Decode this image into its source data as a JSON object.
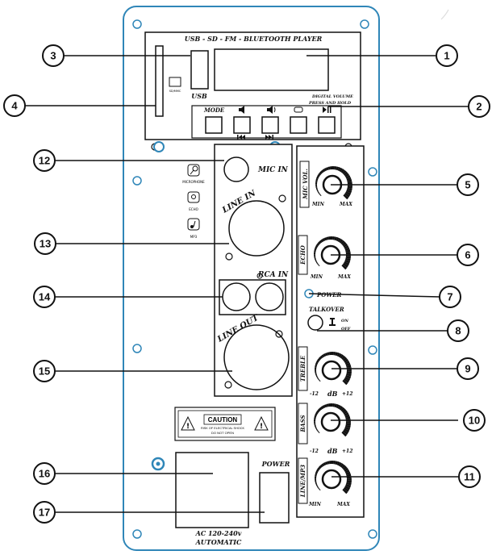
{
  "player": {
    "title": "USB - SD - FM - BLUETOOTH PLAYER",
    "usb_label": "USB",
    "sd_label": "SD/MMC",
    "mode_label": "MODE",
    "note_line1": "DIGITAL VOLUME",
    "note_line2": "PRESS AND HOLD",
    "vol_down_icon": "speaker-low-icon",
    "vol_up_icon": "speaker-high-icon",
    "repeat_icon": "repeat-icon",
    "playpause_icon": "play-pause-icon",
    "prev_icon": "skip-back-icon",
    "next_icon": "skip-forward-icon"
  },
  "inputs": {
    "mic_in": "MIC IN",
    "line_in": "LINE IN",
    "rca_in": "RCA IN",
    "line_out": "LINE OUT",
    "microphone_caption": "MICROPHONE",
    "echo_caption": "ECHO",
    "mp3_caption": "MP3"
  },
  "controls": {
    "mic_vol": "MIC VOL.",
    "echo": "ECHO",
    "power": "POWER",
    "talkover": "TALKOVER",
    "on": "ON",
    "off": "OFF",
    "treble": "TREBLE",
    "bass": "BASS",
    "line_mp3": "LINE/MP3",
    "min": "MIN",
    "max": "MAX",
    "db": "dB",
    "minus12": "-12",
    "plus12": "+12"
  },
  "power_section": {
    "caution": "CAUTION",
    "caution_line1": "RISK OF ELECTRICAL SHOCK",
    "caution_line2": "DO NOT OPEN",
    "power_label": "POWER",
    "ac_label": "AC 120-240v",
    "automatic": "AUTOMATIC"
  },
  "callouts": [
    "1",
    "2",
    "3",
    "4",
    "5",
    "6",
    "7",
    "8",
    "9",
    "10",
    "11",
    "12",
    "13",
    "14",
    "15",
    "16",
    "17"
  ],
  "colors": {
    "outline": "#2f86b8",
    "ink": "#111111"
  }
}
